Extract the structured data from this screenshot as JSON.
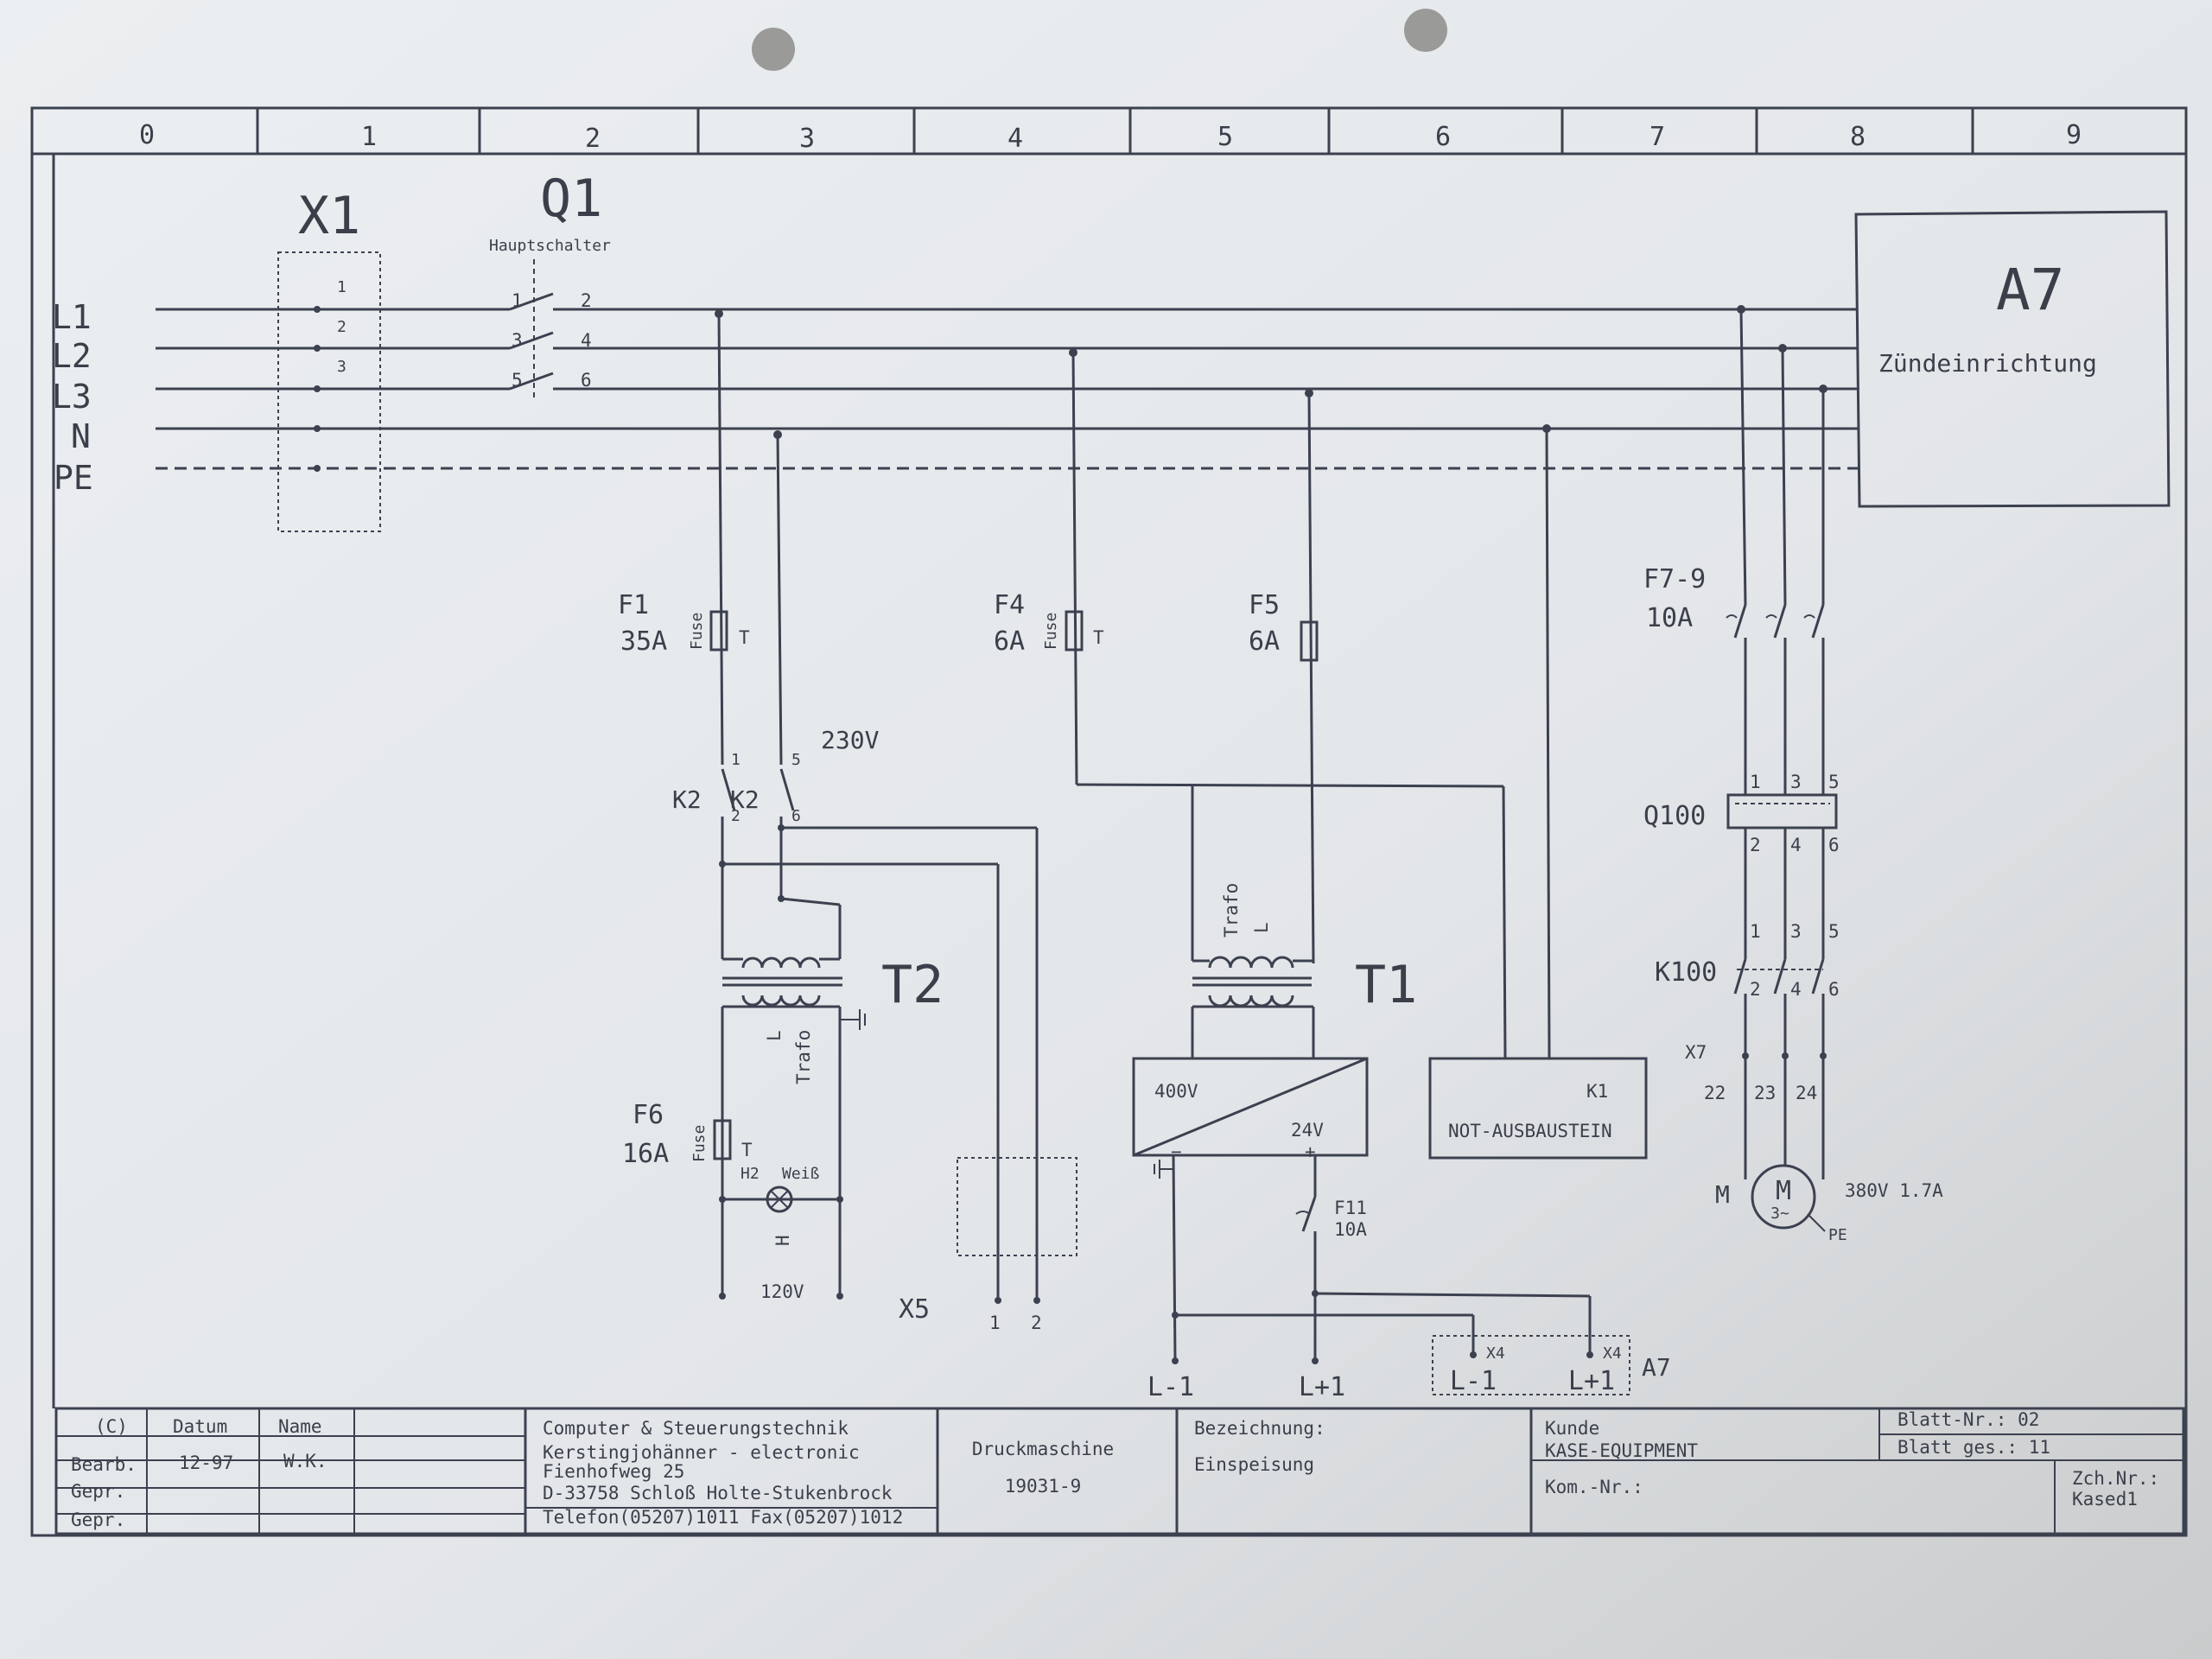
{
  "zones": [
    "0",
    "1",
    "2",
    "3",
    "4",
    "5",
    "6",
    "7",
    "8",
    "9"
  ],
  "bus_labels": [
    "L1",
    "L2",
    "L3",
    "N",
    "PE"
  ],
  "x1": {
    "title": "X1",
    "terminals": [
      "1",
      "2",
      "3"
    ]
  },
  "q1": {
    "title": "Q1",
    "subtitle": "Hauptschalter",
    "contacts": [
      "1",
      "3",
      "5"
    ],
    "outputs": [
      "2",
      "4",
      "6"
    ]
  },
  "a7": {
    "title": "A7",
    "name": "Zündeinrichtung",
    "ref": "A7"
  },
  "f1": {
    "name": "F1",
    "rating": "35A",
    "type": "Fuse",
    "mark": "T"
  },
  "f4": {
    "name": "F4",
    "rating": "6A",
    "type": "Fuse",
    "mark": "T"
  },
  "f5": {
    "name": "F5",
    "rating": "6A"
  },
  "f6": {
    "name": "F6",
    "rating": "16A",
    "type": "Fuse",
    "mark": "T"
  },
  "f79": {
    "name": "F7-9",
    "rating": "10A"
  },
  "k2": {
    "label_a": "K2",
    "label_b": "K2",
    "pin1": "1",
    "pin2": "2",
    "pin5": "5",
    "pin6": "6",
    "voltage": "230V"
  },
  "t2": {
    "name": "T2",
    "sub": "Trafo",
    "mark": "L",
    "voltage": "120V"
  },
  "t1": {
    "name": "T1",
    "sub": "Trafo",
    "mark": "L"
  },
  "psu": {
    "input": "400V",
    "output": "24V"
  },
  "h2": {
    "name": "H2",
    "color": "Weiß",
    "sym": "H"
  },
  "f11": {
    "name": "F11",
    "rating": "10A"
  },
  "k1": {
    "ref": "K1",
    "name": "NOT-AUSBAUSTEIN"
  },
  "q100": {
    "name": "Q100",
    "top": [
      "1",
      "3",
      "5"
    ],
    "bottom": [
      "2",
      "4",
      "6"
    ]
  },
  "k100": {
    "name": "K100",
    "top": [
      "1",
      "3",
      "5"
    ],
    "bottom": [
      "2",
      "4",
      "6"
    ]
  },
  "x7": {
    "name": "X7",
    "pins": [
      "22",
      "23",
      "24"
    ]
  },
  "motor": {
    "label": "M",
    "sym": "M",
    "phase": "3~",
    "spec": "380V 1.7A",
    "pe": "PE"
  },
  "x5": {
    "name": "X5",
    "pins": [
      "1",
      "2"
    ]
  },
  "x4": {
    "a": "X4",
    "b": "X4",
    "out_a": "L-1",
    "out_b": "L+1"
  },
  "out": {
    "a": "L-1",
    "b": "L+1"
  },
  "title_block": {
    "copyright": "(C)",
    "col_date": "Datum",
    "col_name": "Name",
    "rows": [
      "Bearb.",
      "Gepr.",
      "Gepr."
    ],
    "date": "12-97",
    "author": "W.K.",
    "company": [
      "Computer & Steuerungstechnik",
      "Kerstingjohänner - electronic",
      "Fienhofweg 25",
      "D-33758 Schloß Holte-Stukenbrock",
      "Telefon(05207)1011 Fax(05207)1012"
    ],
    "product": "Druckmaschine",
    "product_no": "19031-9",
    "desc_label": "Bezeichnung:",
    "desc": "Einspeisung",
    "customer_label": "Kunde",
    "customer": "KASE-EQUIPMENT",
    "comm_label": "Kom.-Nr.:",
    "sheet_no": "Blatt-Nr.: 02",
    "sheet_total": "Blatt ges.: 11",
    "drawing_label": "Zch.Nr.:",
    "drawing_no": "Kased1"
  }
}
